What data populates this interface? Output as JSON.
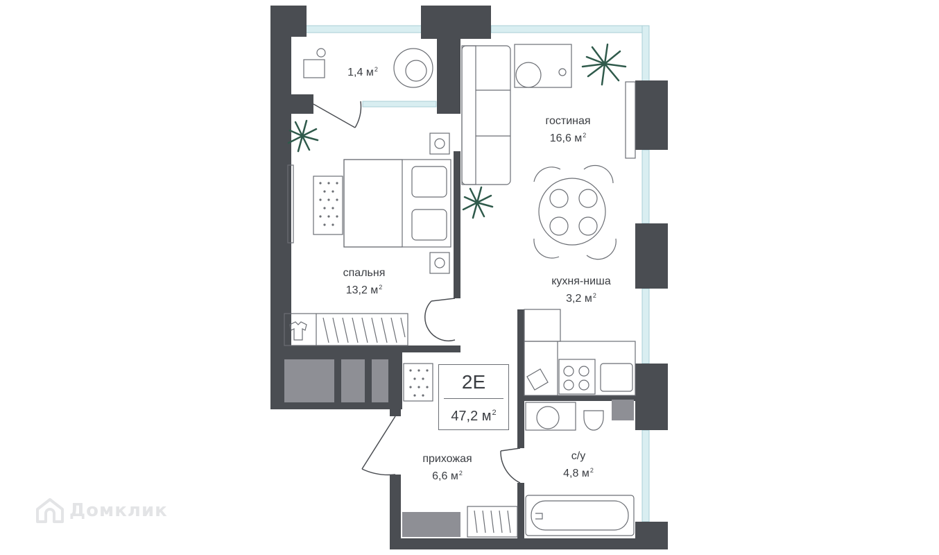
{
  "plan": {
    "type_code": "2E",
    "total_area": "47,2 м",
    "area_unit_power": "2"
  },
  "rooms": [
    {
      "id": "balcony",
      "name": "",
      "area": "1,4 м",
      "power": "2"
    },
    {
      "id": "living",
      "name": "гостиная",
      "area": "16,6 м",
      "power": "2"
    },
    {
      "id": "bedroom",
      "name": "спальня",
      "area": "13,2 м",
      "power": "2"
    },
    {
      "id": "kitchen",
      "name": "кухня-ниша",
      "area": "3,2 м",
      "power": "2"
    },
    {
      "id": "hall",
      "name": "прихожая",
      "area": "6,6 м",
      "power": "2"
    },
    {
      "id": "bathroom",
      "name": "с/у",
      "area": "4,8 м",
      "power": "2"
    }
  ],
  "watermark": {
    "text": "Домклик",
    "icon": "house-icon"
  },
  "colors": {
    "wall": "#4a4d52",
    "window": "#d9eef1",
    "window_line": "#a9cfd6",
    "furniture": "#6b6e74",
    "plant": "#2f5a4b",
    "storage_fill": "#8e8f95",
    "watermark": "#e3e4e6"
  }
}
